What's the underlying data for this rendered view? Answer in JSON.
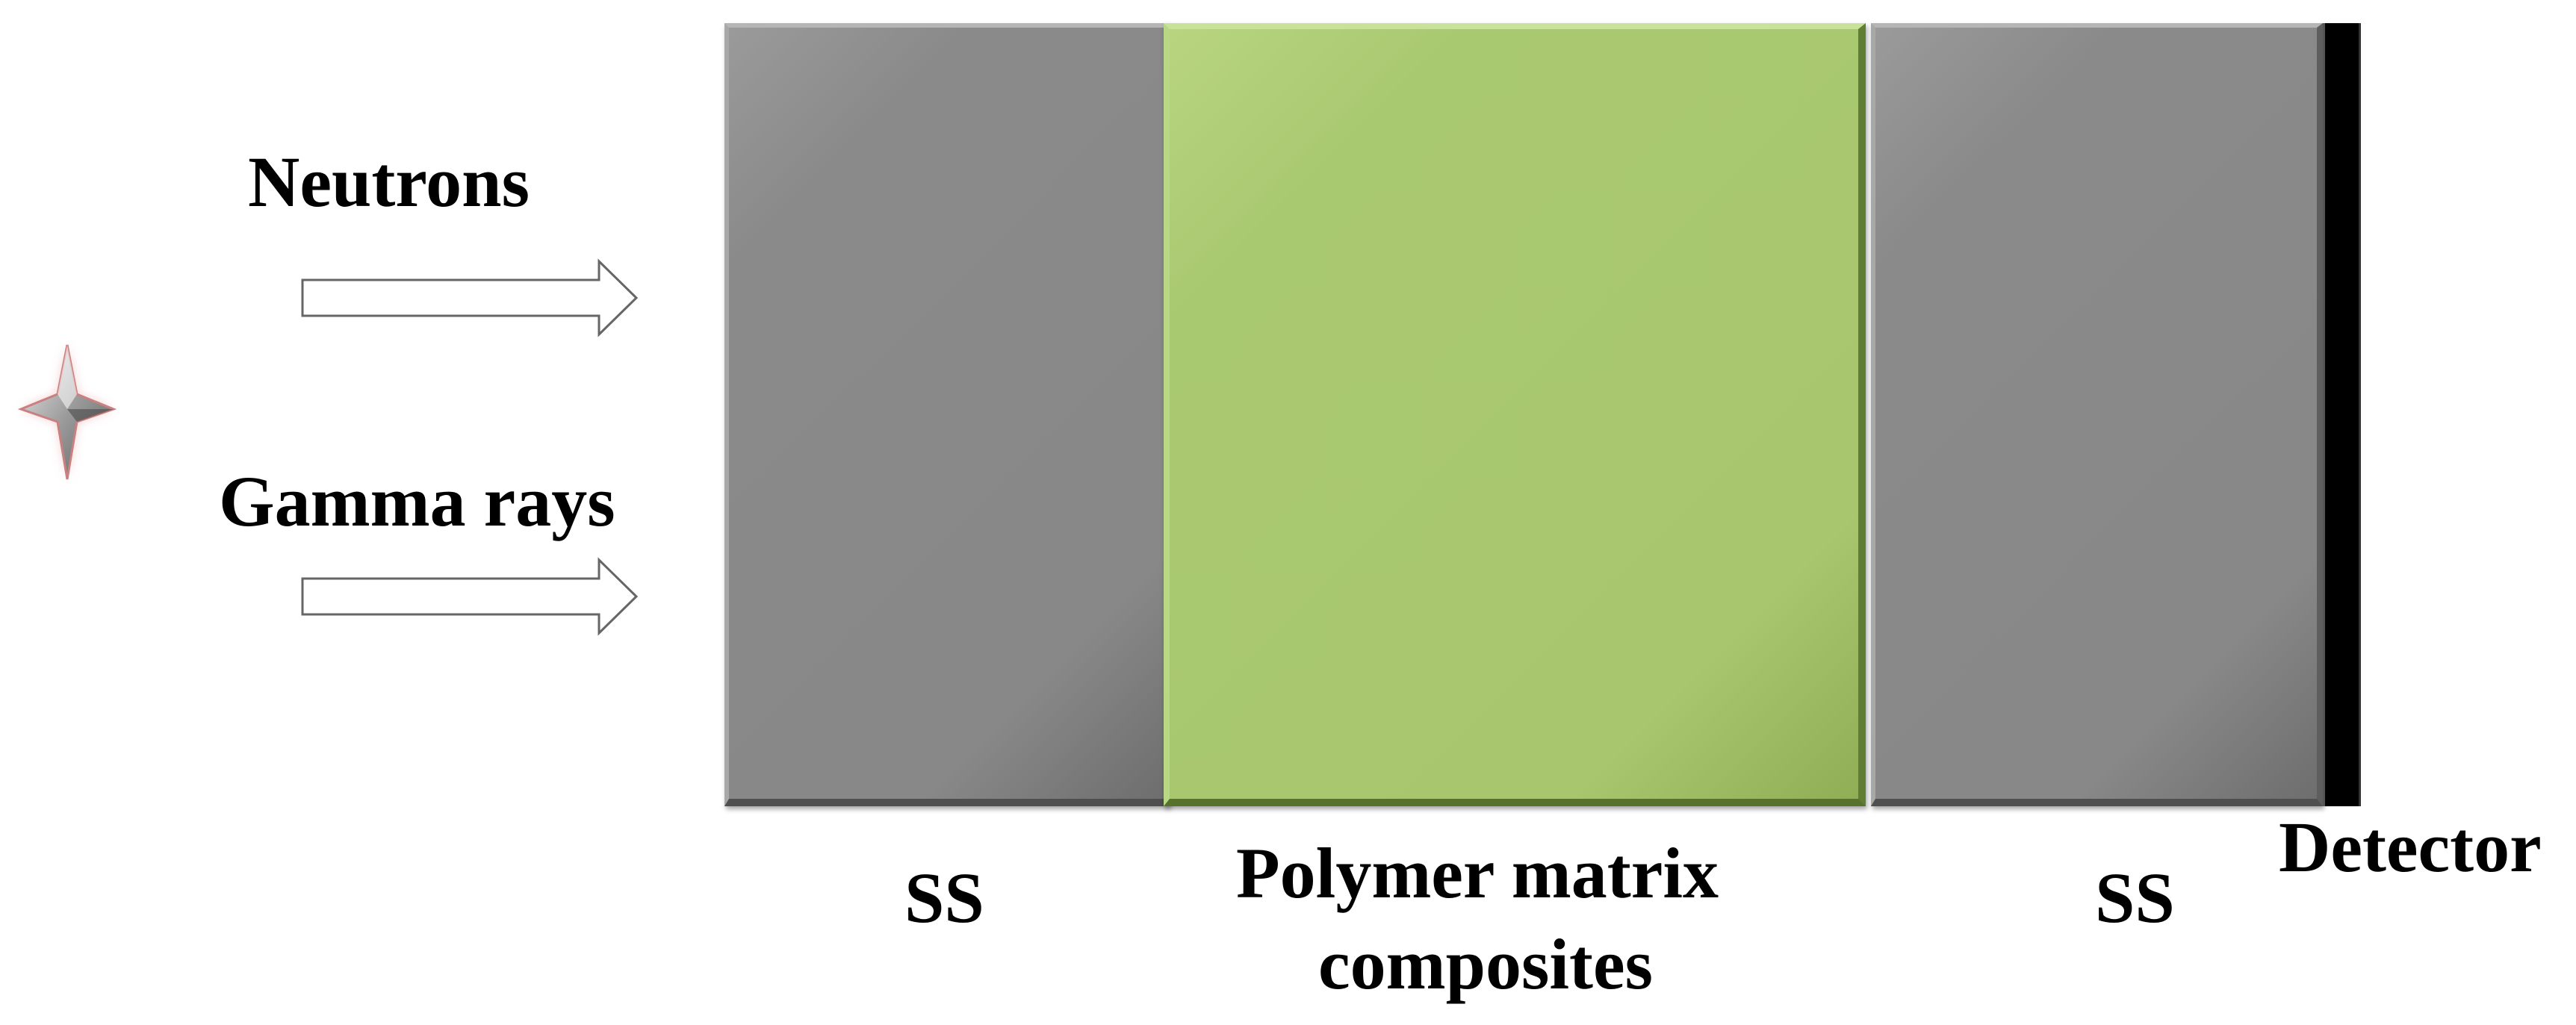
{
  "source": {
    "icon": "star-source-icon"
  },
  "radiation": {
    "neutrons_label": "Neutrons",
    "gamma_label": "Gamma rays",
    "arrow_icon": "right-arrow-icon"
  },
  "layers": {
    "left_ss_label": "SS",
    "polymer_label_line1": "Polymer matrix",
    "polymer_label_line2": "composites",
    "right_ss_label": "SS",
    "detector_label": "Detector"
  },
  "colors": {
    "ss": "#888888",
    "polymer": "#a8c66e",
    "detector": "#000000"
  }
}
